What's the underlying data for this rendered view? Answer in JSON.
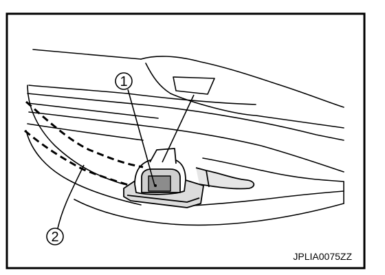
{
  "figure": {
    "callouts": [
      {
        "label": "1",
        "glyph": "①"
      },
      {
        "label": "2",
        "glyph": "②"
      }
    ],
    "image_code": "JPLIA0075ZZ"
  }
}
